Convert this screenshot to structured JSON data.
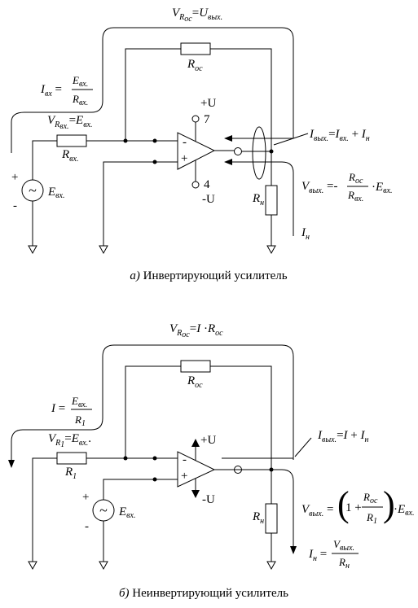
{
  "top": {
    "caption_letter": "а)",
    "caption_text": " Инвертирующий усилитель",
    "v_roc_formula": "V R ос = U вых.",
    "roc_label": "R ос",
    "iin_formula": "I вх = E вх. / R вх.",
    "vr_in_formula": "V R вх. = E вх.",
    "rin_label": "R вх.",
    "ein_label": "E вх.",
    "plus_sign": "+",
    "minus_sign": "-",
    "plus_u": "+U",
    "minus_u": "-U",
    "pin7": "7",
    "pin4": "4",
    "opamp_minus": "-",
    "opamp_plus": "+",
    "iout_formula": "I вых. = I вх. + I н",
    "vout_formula": "V вых. = - R ос / R вх. · E вх.",
    "rn_label": "R н",
    "in_label": "I н"
  },
  "bottom": {
    "caption_letter": "б)",
    "caption_text": " Неинвертирующий усилитель",
    "v_roc_formula": "V R ос = I · R ос",
    "roc_label": "R ос",
    "i_formula": "I = E вх. / R 1",
    "vr1_formula": "V R 1 = E вх.",
    "r1_label": "R 1",
    "ein_label": "E вх.",
    "plus_sign": "+",
    "minus_sign": "-",
    "plus_u": "+U",
    "minus_u": "-U",
    "opamp_minus": "-",
    "opamp_plus": "+",
    "iout_formula": "I вых. = I + I н",
    "vout_formula": "V вых. = (1 + R ос / R 1) · E вх.",
    "rn_label": "R н",
    "in_formula": "I н = V вых. / R н"
  }
}
